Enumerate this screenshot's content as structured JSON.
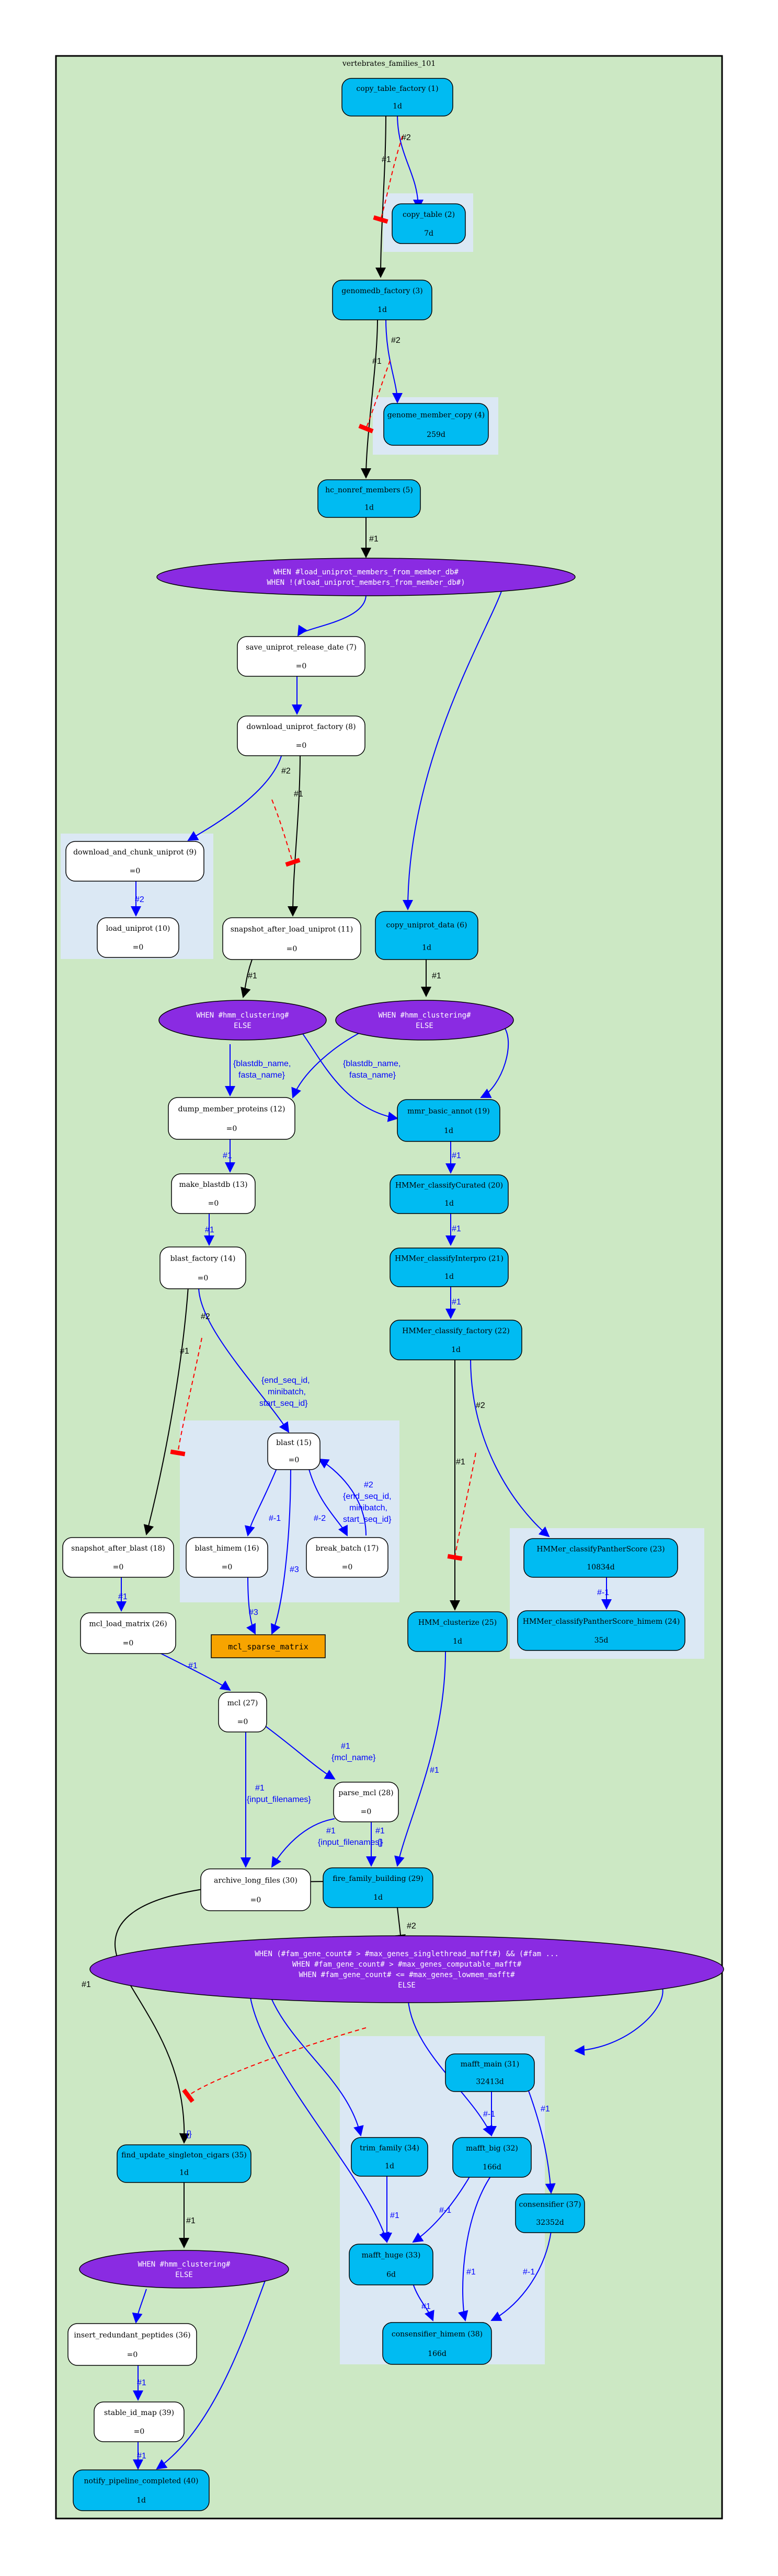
{
  "title": "vertebrates_families_101",
  "colors": {
    "background": "#cce8c4",
    "cluster": "#dbe8f4",
    "analysis_blue": "#00bbf2",
    "analysis_white": "#ffffff",
    "switch_purple": "#8a2be2",
    "table_orange": "#f7a400",
    "edge_blue": "#0000ff",
    "semaphore_red": "#ff0000"
  },
  "nodes": {
    "n1": {
      "name": "copy_table_factory (1)",
      "status": "1d"
    },
    "n2": {
      "name": "copy_table (2)",
      "status": "7d"
    },
    "n3": {
      "name": "genomedb_factory (3)",
      "status": "1d"
    },
    "n4": {
      "name": "genome_member_copy (4)",
      "status": "259d"
    },
    "n5": {
      "name": "hc_nonref_members (5)",
      "status": "1d"
    },
    "n6": {
      "name": "copy_uniprot_data (6)",
      "status": "1d"
    },
    "n7": {
      "name": "save_uniprot_release_date (7)",
      "status": "=0"
    },
    "n8": {
      "name": "download_uniprot_factory (8)",
      "status": "=0"
    },
    "n9": {
      "name": "download_and_chunk_uniprot (9)",
      "status": "=0"
    },
    "n10": {
      "name": "load_uniprot (10)",
      "status": "=0"
    },
    "n11": {
      "name": "snapshot_after_load_uniprot (11)",
      "status": "=0"
    },
    "n12": {
      "name": "dump_member_proteins (12)",
      "status": "=0"
    },
    "n13": {
      "name": "make_blastdb (13)",
      "status": "=0"
    },
    "n14": {
      "name": "blast_factory (14)",
      "status": "=0"
    },
    "n15": {
      "name": "blast (15)",
      "status": "=0"
    },
    "n16": {
      "name": "blast_himem (16)",
      "status": "=0"
    },
    "n17": {
      "name": "break_batch (17)",
      "status": "=0"
    },
    "n18": {
      "name": "snapshot_after_blast (18)",
      "status": "=0"
    },
    "n19": {
      "name": "mmr_basic_annot (19)",
      "status": "1d"
    },
    "n20": {
      "name": "HMMer_classifyCurated (20)",
      "status": "1d"
    },
    "n21": {
      "name": "HMMer_classifyInterpro (21)",
      "status": "1d"
    },
    "n22": {
      "name": "HMMer_classify_factory (22)",
      "status": "1d"
    },
    "n23": {
      "name": "HMMer_classifyPantherScore (23)",
      "status": "10834d"
    },
    "n24": {
      "name": "HMMer_classifyPantherScore_himem (24)",
      "status": "35d"
    },
    "n25": {
      "name": "HMM_clusterize (25)",
      "status": "1d"
    },
    "n26": {
      "name": "mcl_load_matrix (26)",
      "status": "=0"
    },
    "n27": {
      "name": "mcl (27)",
      "status": "=0"
    },
    "n28": {
      "name": "parse_mcl (28)",
      "status": "=0"
    },
    "n29": {
      "name": "fire_family_building (29)",
      "status": "1d"
    },
    "n30": {
      "name": "archive_long_files (30)",
      "status": "=0"
    },
    "n31": {
      "name": "mafft_main (31)",
      "status": "32413d"
    },
    "n32": {
      "name": "mafft_big (32)",
      "status": "166d"
    },
    "n33": {
      "name": "mafft_huge (33)",
      "status": "6d"
    },
    "n34": {
      "name": "trim_family (34)",
      "status": "1d"
    },
    "n35": {
      "name": "find_update_singleton_cigars (35)",
      "status": "1d"
    },
    "n36": {
      "name": "insert_redundant_peptides (36)",
      "status": "=0"
    },
    "n37": {
      "name": "consensifier (37)",
      "status": "32352d"
    },
    "n38": {
      "name": "consensifier_himem (38)",
      "status": "166d"
    },
    "n39": {
      "name": "stable_id_map (39)",
      "status": "=0"
    },
    "n40": {
      "name": "notify_pipeline_completed (40)",
      "status": "1d"
    }
  },
  "switches": {
    "s1": [
      "WHEN #load_uniprot_members_from_member_db#",
      "WHEN !(#load_uniprot_members_from_member_db#)"
    ],
    "s2": [
      "WHEN #hmm_clustering#",
      "ELSE"
    ],
    "s3": [
      "WHEN #hmm_clustering#",
      "ELSE"
    ],
    "s4": [
      "WHEN (#fam_gene_count# > #max_genes_singlethread_mafft#) && (#fam ...",
      "WHEN #fam_gene_count# > #max_genes_computable_mafft#",
      "WHEN #fam_gene_count# <= #max_genes_lowmem_mafft#",
      "ELSE"
    ],
    "s5": [
      "WHEN #hmm_clustering#",
      "ELSE"
    ]
  },
  "table": {
    "mcl_sparse_matrix": "mcl_sparse_matrix"
  },
  "edge_labels": {
    "e1_2": "#2",
    "e1_3": "#1",
    "e3_4": "#2",
    "e3_5": "#1",
    "e5_s1": "#1",
    "e8_9": "#2",
    "e8_11": "#1",
    "e9_10": "#2",
    "e6_s3": "#1",
    "e11_s2": "#1",
    "s2_12": [
      "{blastdb_name,",
      "fasta_name}"
    ],
    "s3_12": [
      "{blastdb_name,",
      "fasta_name}"
    ],
    "e12_13": "#1",
    "e13_14": "#1",
    "e14_15": [
      "{end_seq_id,",
      "minibatch,",
      "start_seq_id}"
    ],
    "e14_15_num": "#2",
    "e14_18": "#1",
    "e15_16": "#-1",
    "e15_17": "#-2",
    "e17_15": [
      "#2",
      "{end_seq_id,",
      "minibatch,",
      "start_seq_id}"
    ],
    "e16_t": "#3",
    "e15_t": "#3",
    "e18_26": "#1",
    "e19_20": "#1",
    "e20_21": "#1",
    "e21_22": "#1",
    "e22_23": "#2",
    "e22_25": "#1",
    "e23_24": "#-1",
    "e26_27": "#1",
    "e27_28": [
      "#1",
      "{mcl_name}"
    ],
    "e27_30": [
      "#1",
      "{input_filenames}"
    ],
    "e28_30": [
      "#1",
      "{input_filenames}"
    ],
    "e28_29": [
      "#1",
      "{}"
    ],
    "e25_29": "#1",
    "e29_s4": "#2",
    "e29_35": "#1",
    "e35_empty": "{}",
    "e31_32": "#-1",
    "e31_37": "#1",
    "e34_33": "#1",
    "e32_33": "#-1",
    "e33_38": "#1",
    "e32_38": "#1",
    "e37_38": "#-1",
    "e35_s5": "#1",
    "e36_39": "#1",
    "e39_40": "#1"
  }
}
